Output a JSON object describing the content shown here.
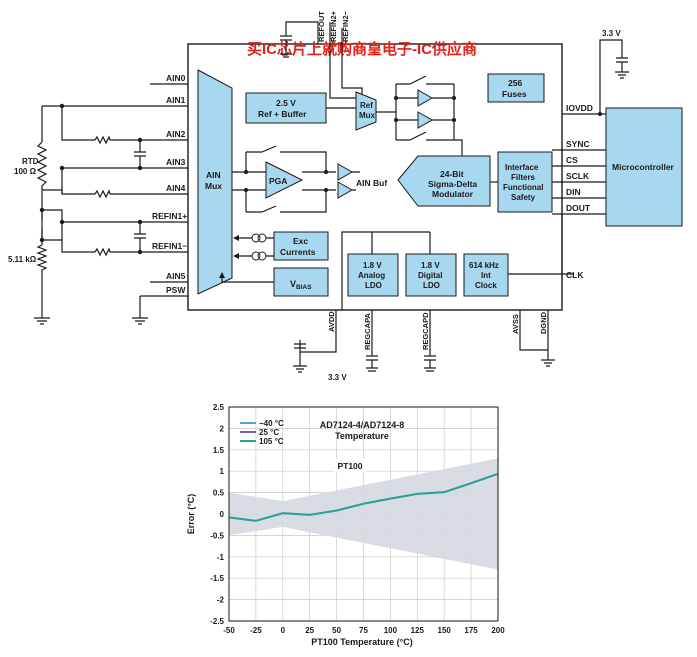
{
  "watermark": "买IC芯片上就购商皇电子-IC供应商",
  "diagram": {
    "supplies": {
      "top_right": "3.3 V",
      "bottom_avdd": "3.3 V"
    },
    "left_pins": [
      "AIN0",
      "AIN1",
      "AIN2",
      "AIN3",
      "AIN4",
      "REFIN1+",
      "REFIN1−",
      "AIN5",
      "PSW"
    ],
    "rtd_label": [
      "RTD",
      "100 Ω"
    ],
    "ref_resistor": "5.11 kΩ",
    "top_pins": [
      "REFOUT",
      "REFIN2+",
      "REFIN2−"
    ],
    "bottom_pins": [
      "AVDD",
      "REGCAPA",
      "REGCAPD",
      "AVSS",
      "DGND"
    ],
    "right_pins": [
      "IOVDD",
      "SYNC",
      "CS",
      "SCLK",
      "DIN",
      "DOUT",
      "CLK"
    ],
    "blocks": {
      "ain_mux": [
        "AIN",
        "Mux"
      ],
      "ref_buffer": [
        "2.5 V",
        "Ref + Buffer"
      ],
      "ref_mux": [
        "Ref",
        "Mux"
      ],
      "fuses": [
        "256",
        "Fuses"
      ],
      "pga": "PGA",
      "ain_buf": "AIN Buf",
      "modulator": [
        "24-Bit",
        "Sigma-Delta",
        "Modulator"
      ],
      "interface": [
        "Interface",
        "Filters",
        "Functional",
        "Safety"
      ],
      "microcontroller": "Microcontroller",
      "exc_currents": [
        "Exc",
        "Currents"
      ],
      "vbias": "V",
      "vbias_sub": "BIAS",
      "analog_ldo": [
        "1.8 V",
        "Analog",
        "LDO"
      ],
      "digital_ldo": [
        "1.8 V",
        "Digital",
        "LDO"
      ],
      "int_clock": [
        "614 kHz",
        "Int",
        "Clock"
      ]
    }
  },
  "chart_data": {
    "type": "line",
    "title": "AD7124-4/AD7124-8\nTemperature",
    "annotation": "PT100",
    "xlabel": "PT100 Temperature (°C)",
    "ylabel": "Error (°C)",
    "xlim": [
      -50,
      200
    ],
    "ylim": [
      -2.5,
      2.5
    ],
    "xticks": [
      -50,
      -25,
      0,
      25,
      50,
      75,
      100,
      125,
      150,
      175,
      200
    ],
    "yticks": [
      -2.5,
      -2,
      -1.5,
      -1,
      -0.5,
      0,
      0.5,
      1,
      1.5,
      2,
      2.5
    ],
    "legend_position": "top-left",
    "grid": true,
    "series": [
      {
        "name": "−40 °C",
        "color": "#4da6d6",
        "x": [
          -50,
          -25,
          0,
          25,
          50,
          75,
          100,
          125,
          150,
          175,
          200
        ],
        "y": [
          -0.08,
          -0.16,
          0.02,
          -0.02,
          0.08,
          0.24,
          0.36,
          0.47,
          0.51,
          0.72,
          0.94
        ]
      },
      {
        "name": "25 °C",
        "color": "#7a5ea8",
        "x": [
          -50,
          -25,
          0,
          25,
          50,
          75,
          100,
          125,
          150,
          175,
          200
        ],
        "y": [
          -0.08,
          -0.16,
          0.02,
          -0.02,
          0.08,
          0.24,
          0.36,
          0.47,
          0.51,
          0.72,
          0.94
        ]
      },
      {
        "name": "105 °C",
        "color": "#2aa198",
        "x": [
          -50,
          -25,
          0,
          25,
          50,
          75,
          100,
          125,
          150,
          175,
          200
        ],
        "y": [
          -0.08,
          -0.16,
          0.02,
          -0.02,
          0.08,
          0.24,
          0.36,
          0.47,
          0.51,
          0.72,
          0.94
        ]
      }
    ],
    "tolerance_band": {
      "x": [
        -50,
        0,
        200
      ],
      "upper": [
        0.5,
        0.3,
        1.3
      ],
      "lower": [
        -0.5,
        -0.3,
        -1.3
      ],
      "color": "#d5d8e0"
    }
  }
}
